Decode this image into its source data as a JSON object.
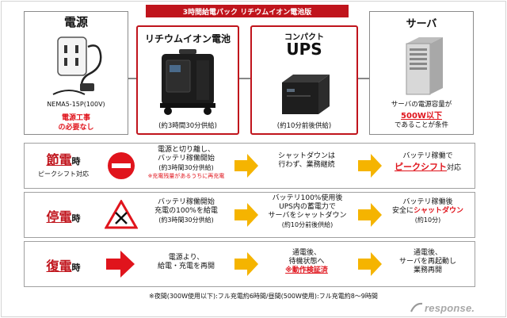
{
  "colors": {
    "accent_red": "#c0141c",
    "bright_red": "#e0141c",
    "arrow_yellow": "#f5b400",
    "arrow_red": "#e0141c",
    "border_gray": "#8a8a8a"
  },
  "top": {
    "power_source": {
      "title": "電源",
      "plug_label": "NEMA5-15P(100V)",
      "note_line1": "電源工事",
      "note_line2": "の必要なし",
      "icon": "power-outlet-icon"
    },
    "pack_banner": "3時間給電パック リチウムイオン電池版",
    "battery": {
      "title": "リチウムイオン電池",
      "caption": "(約3時間30分供給)",
      "icon": "battery-cart-icon"
    },
    "ups": {
      "title_small": "コンパクト",
      "title_big": "UPS",
      "caption": "(約10分前後供給)",
      "icon": "ups-unit-icon"
    },
    "server": {
      "title": "サーバ",
      "note_line1": "サーバの電源容量が",
      "note_line2": "500W以下",
      "note_line3": "であることが条件",
      "icon": "server-tower-icon"
    }
  },
  "rows": [
    {
      "label_big1": "節",
      "label_big2": "電",
      "label_suffix": "時",
      "label_sub": "ピークシフト対応",
      "icon": "no-entry-icon",
      "step1": [
        "電源と切り離し、",
        "バッテリ稼働開始",
        "(約3時間30分供給)"
      ],
      "step1_note": "※充電残量があるうちに再充電",
      "step2": [
        "シャットダウンは",
        "行わず、業務継続"
      ],
      "step3_line1": "バッテリ稼働で",
      "step3_em": "ピークシフト",
      "step3_tail": "対応"
    },
    {
      "label_big1": "停",
      "label_big2": "電",
      "label_suffix": "時",
      "label_sub": "",
      "icon": "warning-sign-icon",
      "step1": [
        "バッテリ稼働開始",
        "充電の100%を給電",
        "(約3時間30分供給)"
      ],
      "step1_note": "",
      "step2": [
        "バッテリ100%使用後",
        "UPS内の蓄電力で",
        "サーバをシャットダウン",
        "(約10分前後供給)"
      ],
      "step3_line1": "バッテリ稼働後",
      "step3_pre": "安全に",
      "step3_em": "シャットダウン",
      "step3_line3": "(約10分)"
    },
    {
      "label_big1": "復",
      "label_big2": "電",
      "label_suffix": "時",
      "label_sub": "",
      "icon": "recovery-arrow-icon",
      "step1": [
        "電源より、",
        "給電・充電を再開"
      ],
      "step2": [
        "通電後、",
        "待機状態へ"
      ],
      "step2_note": "※動作検証済",
      "step3": [
        "通電後、",
        "サーバを再起動し",
        "業務再開"
      ]
    }
  ],
  "footnote": "※夜間(300W使用以下):フル充電約6時間/昼間(500W使用):フル充電約8〜9時間",
  "watermark": "response."
}
